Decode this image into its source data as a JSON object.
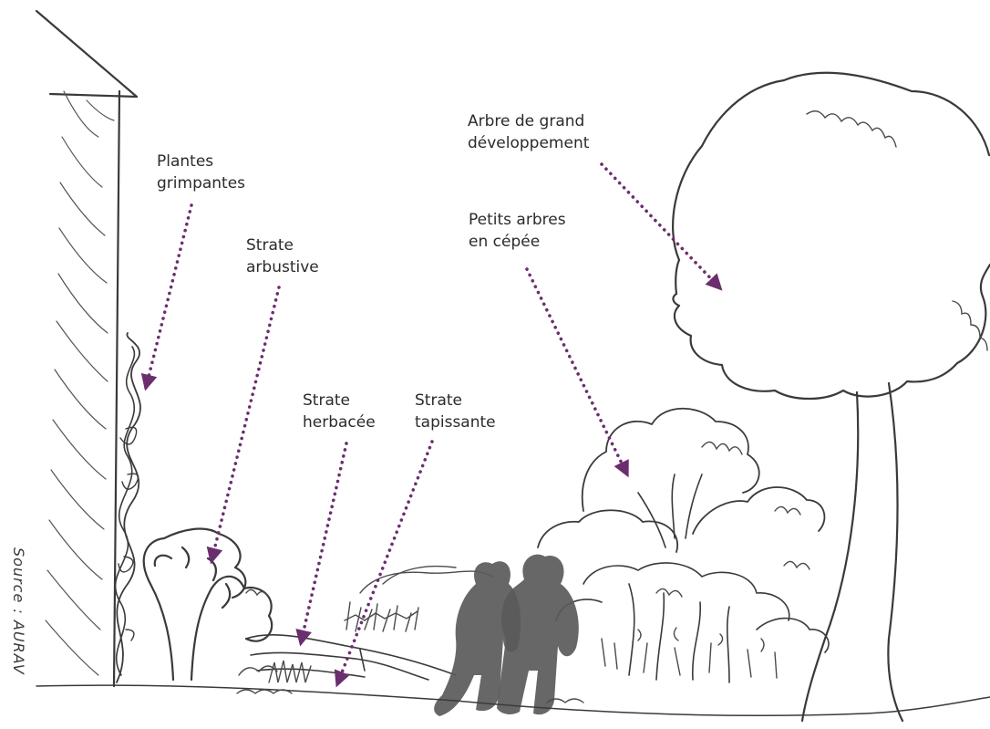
{
  "labels": {
    "plantes": [
      "Plantes",
      "grimpantes"
    ],
    "arbustive": [
      "Strate",
      "arbustive"
    ],
    "herbacee": [
      "Strate",
      "herbacée"
    ],
    "tapissante": [
      "Strate",
      "tapissante"
    ],
    "cepee": [
      "Petits arbres",
      "en cépée"
    ],
    "grand": [
      "Arbre de grand",
      "développement"
    ]
  },
  "source": "Source : AURAV",
  "colors": {
    "accent": "#6b2e6e",
    "ink": "#3a3a3a",
    "people": "#5a5a5a"
  }
}
